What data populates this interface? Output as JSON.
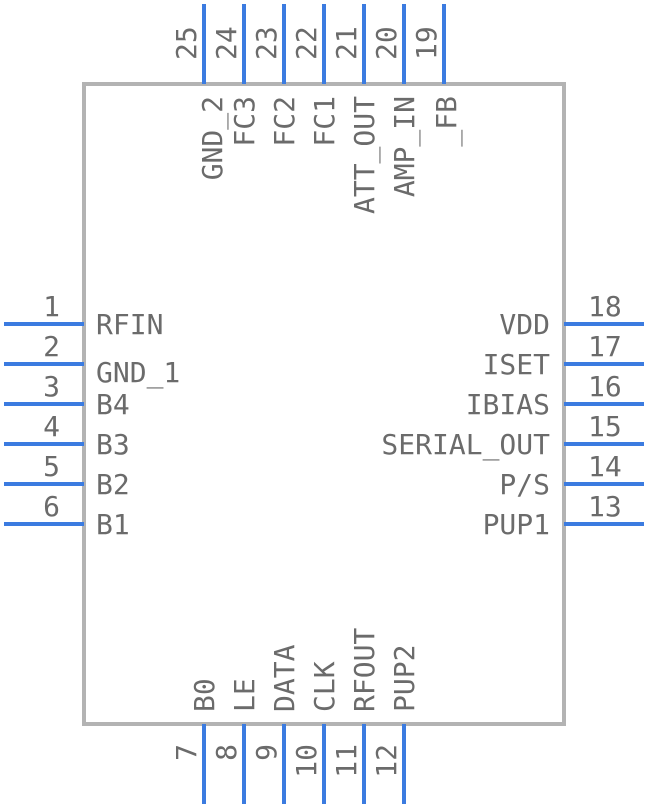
{
  "component": {
    "left_pins": [
      {
        "number": "1",
        "name": "RFIN"
      },
      {
        "number": "2",
        "name": "GND_1"
      },
      {
        "number": "3",
        "name": "B4"
      },
      {
        "number": "4",
        "name": "B3"
      },
      {
        "number": "5",
        "name": "B2"
      },
      {
        "number": "6",
        "name": "B1"
      }
    ],
    "right_pins": [
      {
        "number": "18",
        "name": "VDD"
      },
      {
        "number": "17",
        "name": "ISET"
      },
      {
        "number": "16",
        "name": "IBIAS"
      },
      {
        "number": "15",
        "name": "SERIAL_OUT"
      },
      {
        "number": "14",
        "name": "P/S"
      },
      {
        "number": "13",
        "name": "PUP1"
      }
    ],
    "top_pins": [
      {
        "number": "25",
        "name": "GND_2"
      },
      {
        "number": "24",
        "name": "FC3"
      },
      {
        "number": "23",
        "name": "FC2"
      },
      {
        "number": "22",
        "name": "FC1"
      },
      {
        "number": "21",
        "name": "ATT_OUT"
      },
      {
        "number": "20",
        "name": "AMP_IN"
      },
      {
        "number": "19",
        "name": "_FB"
      }
    ],
    "bottom_pins": [
      {
        "number": "7",
        "name": "B0"
      },
      {
        "number": "8",
        "name": "LE"
      },
      {
        "number": "9",
        "name": "DATA"
      },
      {
        "number": "10",
        "name": "CLK"
      },
      {
        "number": "11",
        "name": "RFOUT"
      },
      {
        "number": "12",
        "name": "PUP2"
      }
    ],
    "colors": {
      "pin": "#3b7be0",
      "outline": "#b3b3b3",
      "text": "#6b6b6b"
    }
  }
}
